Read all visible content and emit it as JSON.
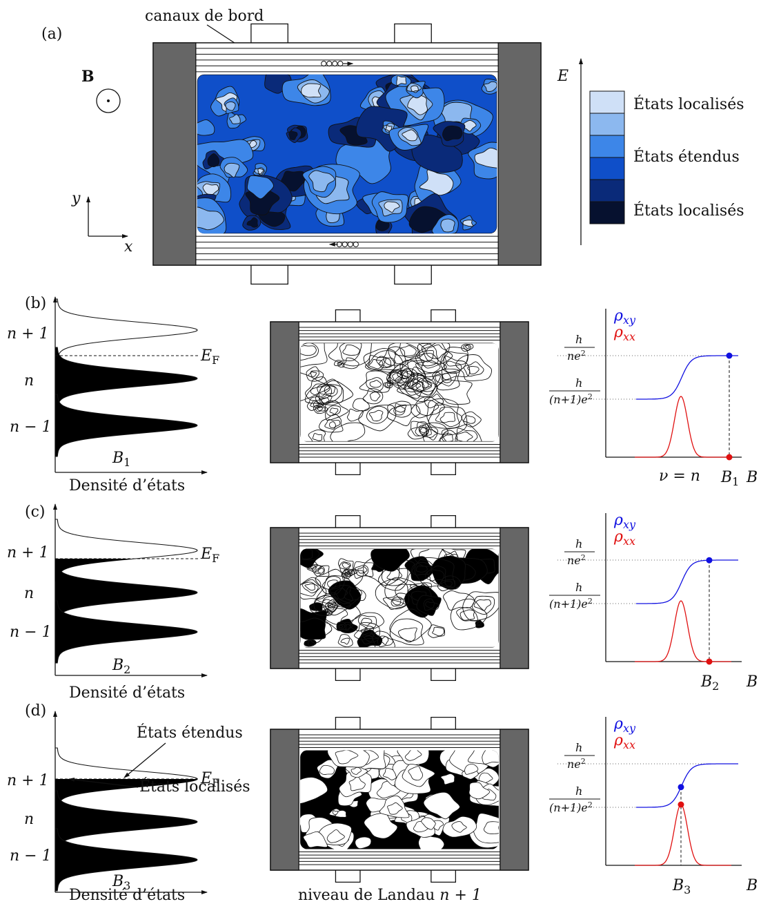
{
  "panel_a": {
    "tag": "(a)",
    "edge_channels_label": "canaux de bord",
    "field_symbol": "B",
    "axis_y": "y",
    "axis_x": "x",
    "energy_axis": "E",
    "legend": [
      "États localisés",
      "États étendus",
      "États localisés"
    ],
    "colors": [
      "#cfe0f7",
      "#8cb8ef",
      "#3d86e8",
      "#0f4fc9",
      "#0a2a79",
      "#06112f"
    ]
  },
  "rows": [
    {
      "tag": "(b)",
      "levels": [
        "n + 1",
        "n",
        "n − 1"
      ],
      "fermi": "E",
      "fermi_sub": "F",
      "field": "B",
      "field_sub": "1",
      "dos_caption": "Densité d’états",
      "hall": {
        "top_num": "h",
        "top_den": "ne",
        "top_exp": "2",
        "bot_num": "h",
        "bot_den": "(n+1)e",
        "bot_exp": "2"
      },
      "rho_xy": "ρ",
      "rho_xy_sub": "xy",
      "rho_xx": "ρ",
      "rho_xx_sub": "xx",
      "marker_label": "B",
      "marker_sub": "1",
      "nu_label": "ν = n",
      "axis_b": "B"
    },
    {
      "tag": "(c)",
      "levels": [
        "n + 1",
        "n",
        "n − 1"
      ],
      "fermi": "E",
      "fermi_sub": "F",
      "field": "B",
      "field_sub": "2",
      "dos_caption": "Densité d’états",
      "hall": {
        "top_num": "h",
        "top_den": "ne",
        "top_exp": "2",
        "bot_num": "h",
        "bot_den": "(n+1)e",
        "bot_exp": "2"
      },
      "rho_xy": "ρ",
      "rho_xy_sub": "xy",
      "rho_xx": "ρ",
      "rho_xx_sub": "xx",
      "marker_label": "B",
      "marker_sub": "2",
      "axis_b": "B"
    },
    {
      "tag": "(d)",
      "levels": [
        "n + 1",
        "n",
        "n − 1"
      ],
      "fermi": "E",
      "fermi_sub": "F",
      "field": "B",
      "field_sub": "3",
      "dos_caption": "Densité d’états",
      "extended_label": "États étendus",
      "localized_label": "États localisés",
      "hall": {
        "top_num": "h",
        "top_den": "ne",
        "top_exp": "2",
        "bot_num": "h",
        "bot_den": "(n+1)e",
        "bot_exp": "2"
      },
      "rho_xy": "ρ",
      "rho_xy_sub": "xy",
      "rho_xx": "ρ",
      "rho_xx_sub": "xx",
      "marker_label": "B",
      "marker_sub": "3",
      "axis_b": "B"
    }
  ],
  "landau_caption_prefix": "niveau de Landau ",
  "landau_caption_level": "n + 1",
  "curve_colors": {
    "rho_xy": "#1010e0",
    "rho_xx": "#e01010"
  }
}
